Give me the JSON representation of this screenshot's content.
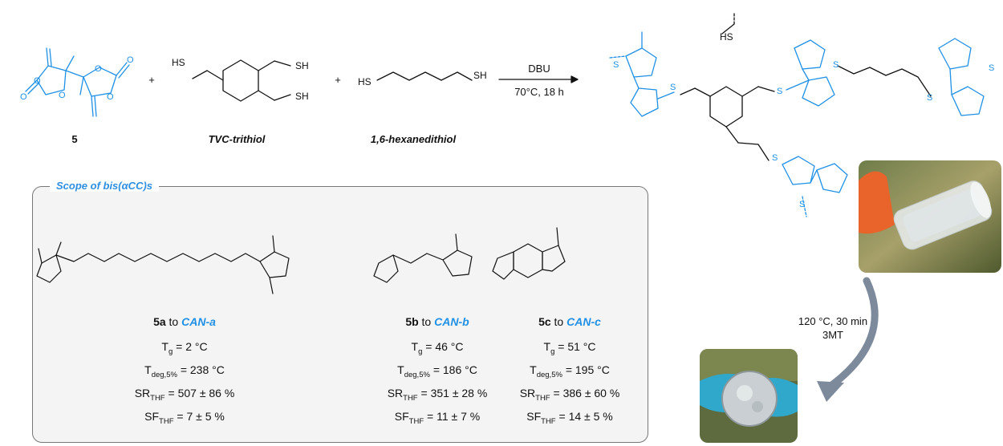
{
  "reaction": {
    "reactant1_label": "5",
    "reactant2_label": "TVC-trithiol",
    "reactant3_label": "1,6-hexanedithiol",
    "plus": "+",
    "catalyst": "DBU",
    "conditions": "70°C, 18 h"
  },
  "atoms": {
    "O": "O",
    "S": "S",
    "SH": "SH",
    "HS": "HS"
  },
  "scope": {
    "title": "Scope of bis(αCC)s",
    "to_word": "to",
    "items": [
      {
        "mono": "5a",
        "can": "CAN-a",
        "tg": "= 2 °C",
        "tdeg": "= 238 °C",
        "sr": "= 507 ± 86 %",
        "sf": "= 7 ± 5 %"
      },
      {
        "mono": "5b",
        "can": "CAN-b",
        "tg": "= 46 °C",
        "tdeg": "= 186 °C",
        "sr": "= 351 ± 28 %",
        "sf": "= 11 ± 7 %"
      },
      {
        "mono": "5c",
        "can": "CAN-c",
        "tg": "= 51 °C",
        "tdeg": "= 195 °C",
        "sr": "= 386 ± 60 %",
        "sf": "= 14 ± 5 %"
      }
    ],
    "prop_labels": {
      "tg": "T",
      "tg_sub": "g",
      "tdeg": "T",
      "tdeg_sub": "deg,5%",
      "sr": "SR",
      "sf": "SF",
      "thf_sub": "THF"
    }
  },
  "reprocess": {
    "line1": "120 °C, 30 min",
    "line2": "3MT"
  },
  "colors": {
    "blue": "#1e90e6",
    "scope_title": "#2f8fe0",
    "box_border": "#777777",
    "arrow": "#7d8a9c"
  }
}
